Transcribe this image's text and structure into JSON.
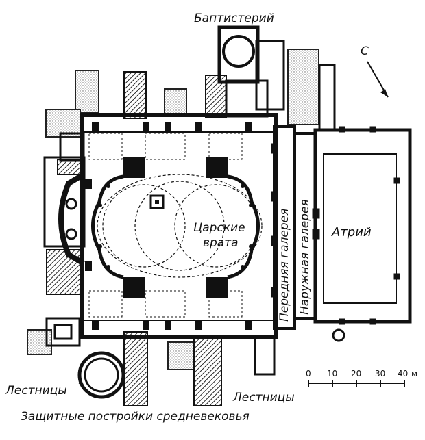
{
  "labels": {
    "baptistery": "Баптистерий",
    "north": "С",
    "royal_gates_1": "Царские",
    "royal_gates_2": "врата",
    "atrium": "Атрий",
    "front_gallery": "Передняя галерея",
    "outer_gallery": "Наружная галерея",
    "stairs_left": "Лестницы",
    "stairs_right": "Лестницы",
    "defensive": "Защитные постройки средневековья"
  },
  "scale": {
    "ticks": [
      "0",
      "10",
      "20",
      "30",
      "40"
    ],
    "unit": "м"
  },
  "colors": {
    "ink": "#111111",
    "paper": "#ffffff",
    "hatch": "#444444",
    "stipple": "#999999"
  }
}
